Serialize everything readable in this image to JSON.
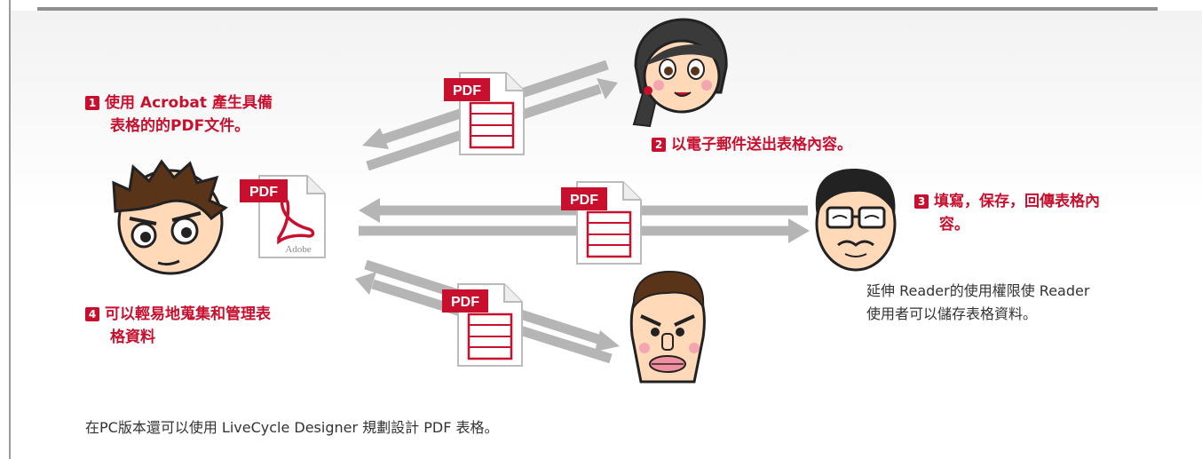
{
  "steps": [
    {
      "num": "1",
      "text": "使用 Acrobat 產生具備",
      "text2": "表格的的PDF文件。"
    },
    {
      "num": "2",
      "text": "以電子郵件送出表格內容。"
    },
    {
      "num": "3",
      "text": "填寫，保存，回傳表格內",
      "text2": "容。"
    },
    {
      "num": "4",
      "text": "可以輕易地蒐集和管理表",
      "text2": "格資料"
    }
  ],
  "reader_note": {
    "line1": "延伸 Reader的使用權限使 Reader",
    "line2": "使用者可以儲存表格資料。"
  },
  "footer_note": "在PC版本還可以使用 LiveCycle Designer 規劃設計 PDF 表格。",
  "pdf_label": "PDF",
  "adobe_label": "Adobe",
  "icons": [
    "author-face",
    "girl-face",
    "glasses-man-face",
    "angry-man-face",
    "adobe-pdf-icon",
    "pdf-form-doc-icon"
  ],
  "colors": {
    "accent_red": "#c8102e",
    "arrow_gray": "#b5b5b5",
    "skin": "#ffd9b8",
    "hair": "#3a2a1a"
  }
}
